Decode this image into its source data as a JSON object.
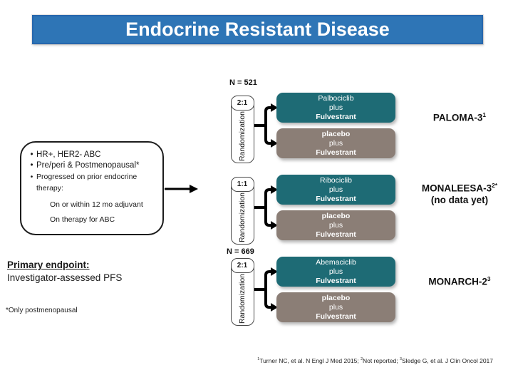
{
  "slide_title": "Endocrine Resistant Disease",
  "colors": {
    "title_bar": "#2E75B6",
    "experimental_arm": "#1E6B75",
    "control_arm": "#8B7E76"
  },
  "criteria_box": {
    "bullets": [
      "HR+, HER2- ABC",
      "Pre/peri & Postmenopausal*",
      "Progressed on prior endocrine therapy:"
    ],
    "sub_items": [
      "On or within 12 mo adjuvant",
      "On therapy for ABC"
    ]
  },
  "trials": [
    {
      "n_label": "N = 521",
      "ratio": "2:1",
      "randomization_label": "Randomization",
      "experimental_arm": {
        "line1": "Palbociclib",
        "line2": "plus",
        "line3": "Fulvestrant"
      },
      "control_arm": {
        "line1": "placebo",
        "line2": "plus",
        "line3": "Fulvestrant"
      },
      "name": "PALOMA-3",
      "name_superscript": "1",
      "note": ""
    },
    {
      "n_label": "",
      "ratio": "1:1",
      "randomization_label": "Randomization",
      "experimental_arm": {
        "line1": "Ribociclib",
        "line2": "plus",
        "line3": "Fulvestrant"
      },
      "control_arm": {
        "line1": "placebo",
        "line2": "plus",
        "line3": "Fulvestrant"
      },
      "name": "MONALEESA-3",
      "name_superscript": "2*",
      "note": "(no data yet)"
    },
    {
      "n_label": "N = 669",
      "ratio": "2:1",
      "randomization_label": "Randomization",
      "experimental_arm": {
        "line1": "Abemaciclib",
        "line2": "plus",
        "line3": "Fulvestrant"
      },
      "control_arm": {
        "line1": "placebo",
        "line2": "plus",
        "line3": "Fulvestrant"
      },
      "name": "MONARCH-2",
      "name_superscript": "3",
      "note": ""
    }
  ],
  "primary_endpoint": {
    "heading": "Primary endpoint:",
    "value": "Investigator-assessed PFS"
  },
  "footnote": "*Only postmenopausal",
  "citation": {
    "parts": [
      {
        "sup": "1",
        "text": "Turner NC, et al. N Engl J Med 2015; "
      },
      {
        "sup": "2",
        "text": "Not reported; "
      },
      {
        "sup": "3",
        "text": "Sledge G, et al. J Clin Oncol 2017"
      }
    ]
  }
}
